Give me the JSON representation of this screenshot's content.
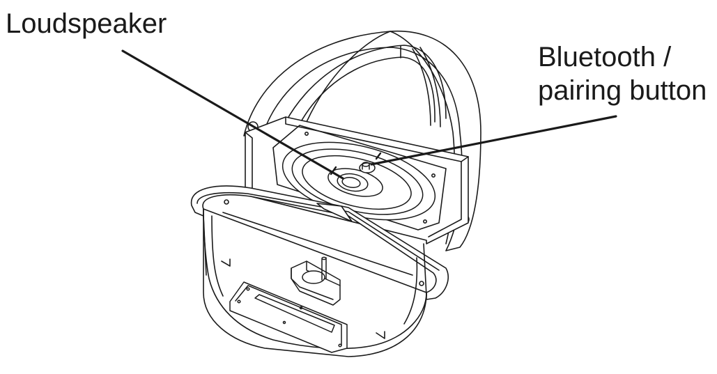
{
  "callouts": {
    "loudspeaker": "Loudspeaker",
    "bluetooth_line1": "Bluetooth /",
    "bluetooth_line2": "pairing button"
  }
}
